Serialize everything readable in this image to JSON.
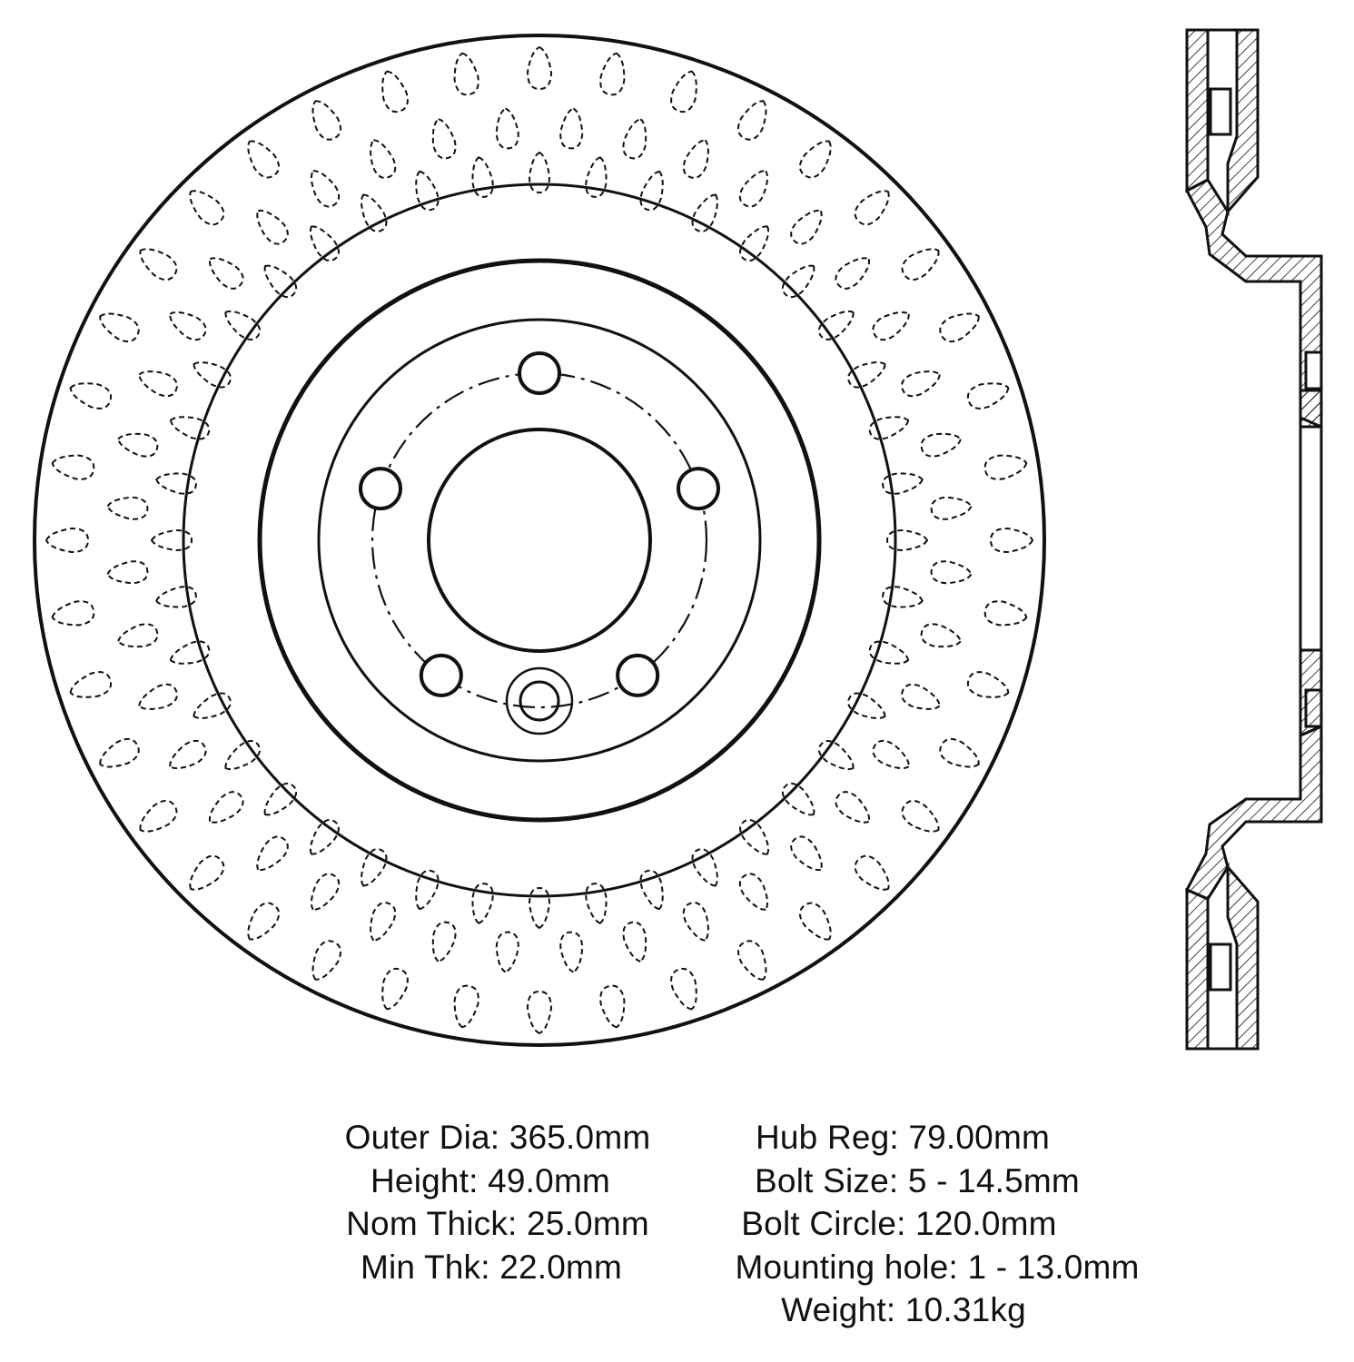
{
  "specs": {
    "outer_dia": "Outer Dia: 365.0mm",
    "height": "Height: 49.0mm",
    "nom_thick": "Nom Thick: 25.0mm",
    "min_thk": "Min Thk: 22.0mm",
    "hub_reg": "Hub Reg: 79.00mm",
    "bolt_size": "Bolt Size: 5 - 14.5mm",
    "bolt_circle": "Bolt Circle: 120.0mm",
    "mounting_hole": "Mounting hole: 1 - 13.0mm",
    "weight": "Weight: 10.31kg"
  },
  "drawing": {
    "line_color": "#111111",
    "background": "#ffffff",
    "bolt_count": 5,
    "vent_slot_count": 160
  }
}
